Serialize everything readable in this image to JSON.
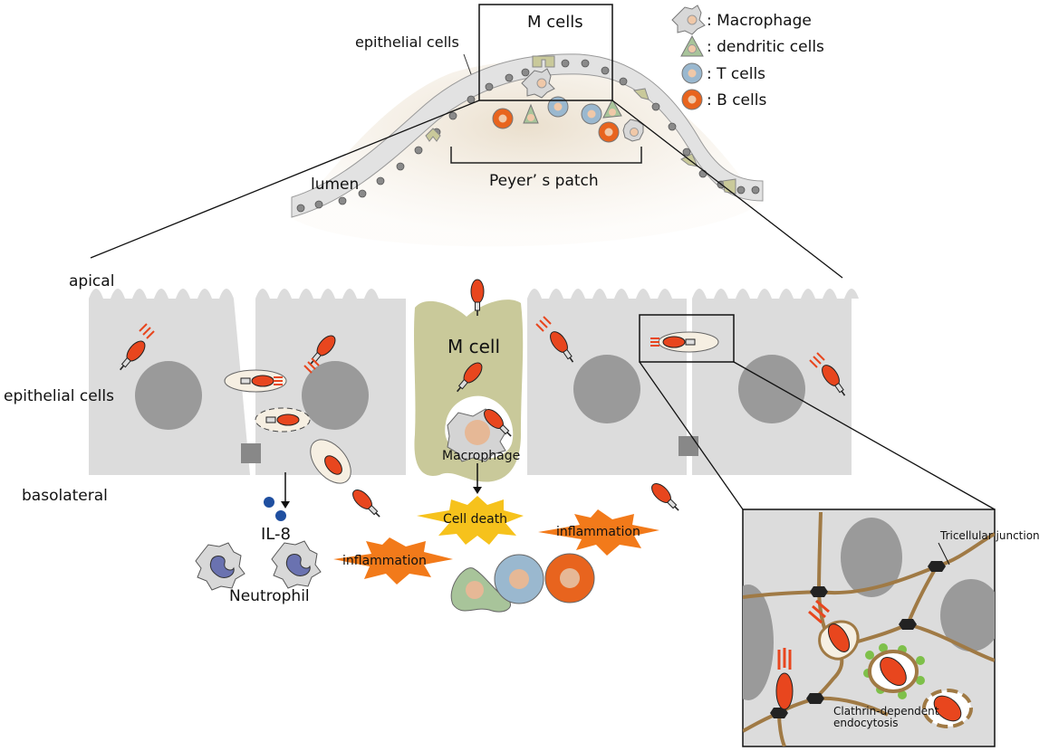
{
  "labels": {
    "epithelial_top": "epithelial cells",
    "m_cells_top": "M cells",
    "lumen": "lumen",
    "peyers_patch": "Peyer’ s patch",
    "apical": "apical",
    "epithelial_main": "epithelial cells",
    "basolateral": "basolateral",
    "m_cell": "M cell",
    "macrophage": "Macrophage",
    "cell_death": "Cell death",
    "inflammation_left": "inflammation",
    "inflammation_right": "inflammation",
    "il8": "IL-8",
    "neutrophil": "Neutrophil",
    "tricellular": "Tricellular junction",
    "clathrin_line1": "Clathrin-dependent",
    "clathrin_line2": "endocytosis"
  },
  "legend": [
    {
      "label": ": Macrophage",
      "fill": "#d8d8d8",
      "inner": "#f0c8a8"
    },
    {
      "label": ": dendritic cells",
      "fill": "#a8c49a",
      "inner": "#f0c8a8"
    },
    {
      "label": ": T cells",
      "fill": "#9ab8cf",
      "inner": "#f0c8a8"
    },
    {
      "label": ": B cells",
      "fill": "#e8641e",
      "inner": "#f0c8a8"
    }
  ],
  "colors": {
    "cell_gray": "#dcdcdc",
    "nucleus": "#999999",
    "m_cell": "#c9c99a",
    "bacterium": "#e8461e",
    "junction_brown": "#a07a45",
    "starburst_orange": "#f27a1a",
    "starburst_yellow": "#f6c21c"
  }
}
